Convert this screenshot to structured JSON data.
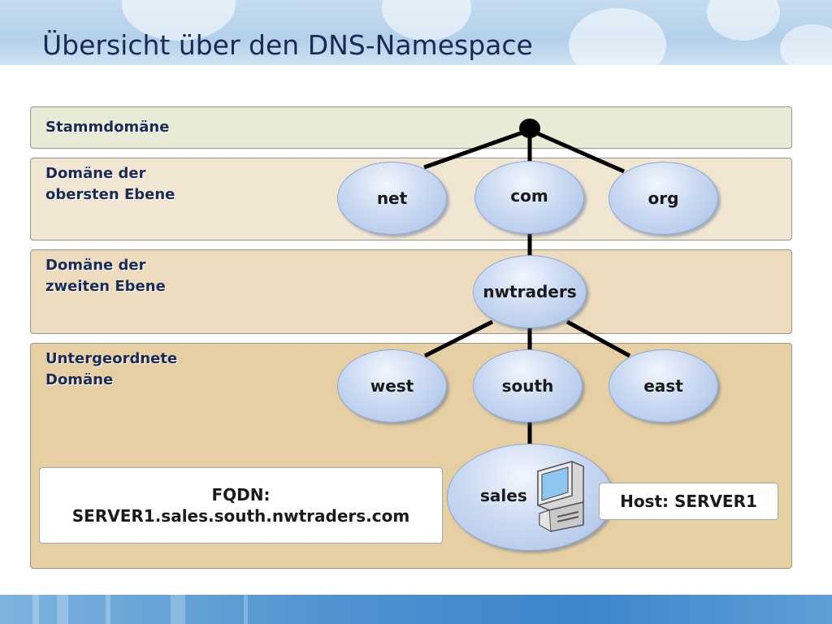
{
  "title": "Übersicht über den DNS-Namespace",
  "bands": {
    "root": "Stammdomäne",
    "top_level": [
      "Domäne der",
      "obersten Ebene"
    ],
    "second_level": [
      "Domäne der",
      "zweiten Ebene"
    ],
    "sub": [
      "Untergeordnete",
      "Domäne"
    ]
  },
  "nodes": {
    "net": "net",
    "com": "com",
    "org": "org",
    "nwtraders": "nwtraders",
    "west": "west",
    "south": "south",
    "east": "east",
    "sales": "sales"
  },
  "fqdn": {
    "label": "FQDN:",
    "value": "SERVER1.sales.south.nwtraders.com"
  },
  "host": "Host: SERVER1",
  "colors": {
    "band_root": "#e8ecd6",
    "band_top": "#f1e6d2",
    "band_second": "#ecdcbd",
    "band_sub": "#e6cfa2",
    "title": "#1b2a52"
  }
}
